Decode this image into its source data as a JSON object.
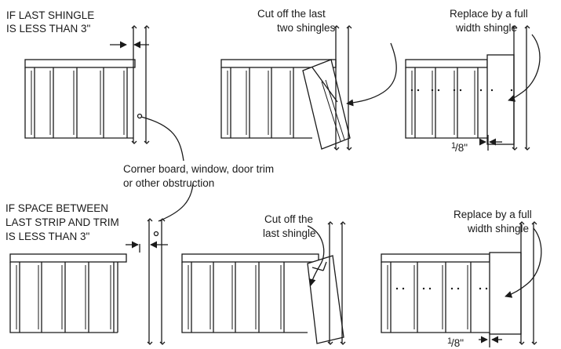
{
  "labels": {
    "top_condition_l1": "IF LAST SHINGLE",
    "top_condition_l2": "IS LESS THAN 3\"",
    "top_cut_l1": "Cut off the last",
    "top_cut_l2": "two shingles",
    "top_replace_l1": "Replace by a full",
    "top_replace_l2": "width shingle",
    "obstruction_l1": "Corner board, window, door trim",
    "obstruction_l2": "or other obstruction",
    "bottom_condition_l1": "IF SPACE BETWEEN",
    "bottom_condition_l2": "LAST STRIP AND TRIM",
    "bottom_condition_l3": "IS LESS THAN 3\"",
    "bottom_cut_l1": "Cut off the",
    "bottom_cut_l2": "last shingle",
    "bottom_replace_l1": "Replace by a full",
    "bottom_replace_l2": "width shingle",
    "gap_top_num": "1",
    "gap_top_den": "/8\"",
    "gap_bottom_num": "1",
    "gap_bottom_den": "/8\""
  },
  "colors": {
    "ink": "#1a1a1a",
    "background": "#ffffff"
  }
}
